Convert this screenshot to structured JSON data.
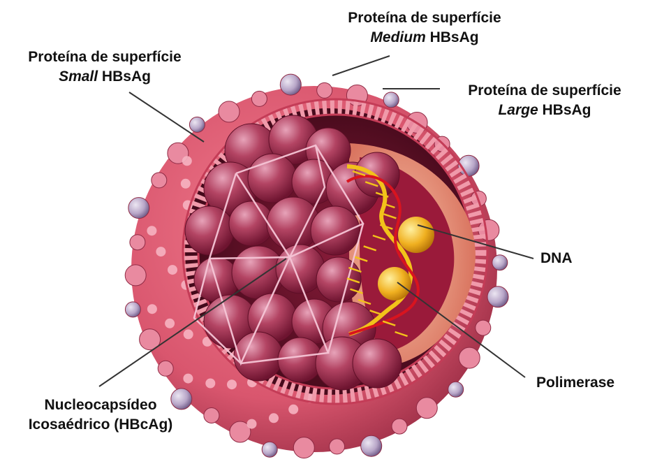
{
  "labels": {
    "small": {
      "line1": "Proteína de superfície",
      "emph": "Small",
      "rest": " HBsAg"
    },
    "medium": {
      "line1": "Proteína de superfície",
      "emph": "Medium",
      "rest": " HBsAg"
    },
    "large": {
      "line1": "Proteína de superfície",
      "emph": "Large",
      "rest": " HBsAg"
    },
    "dna": "DNA",
    "polimerase": "Polimerase",
    "nucleocapsid": {
      "line1": "Nucleocapsídeo",
      "line2": "Icosaédrico (HBcAg)"
    }
  },
  "colors": {
    "envelope": "#d9566e",
    "envelope_bead": "#f3a3b3",
    "capsid": "#a8304f",
    "interior": "#4a0a1e",
    "dna_strand": "#f2c21a",
    "dna_backbone": "#d8141f",
    "polymerase": "#f0b020",
    "spike": "#b8a6c8",
    "leader": "#222222"
  }
}
